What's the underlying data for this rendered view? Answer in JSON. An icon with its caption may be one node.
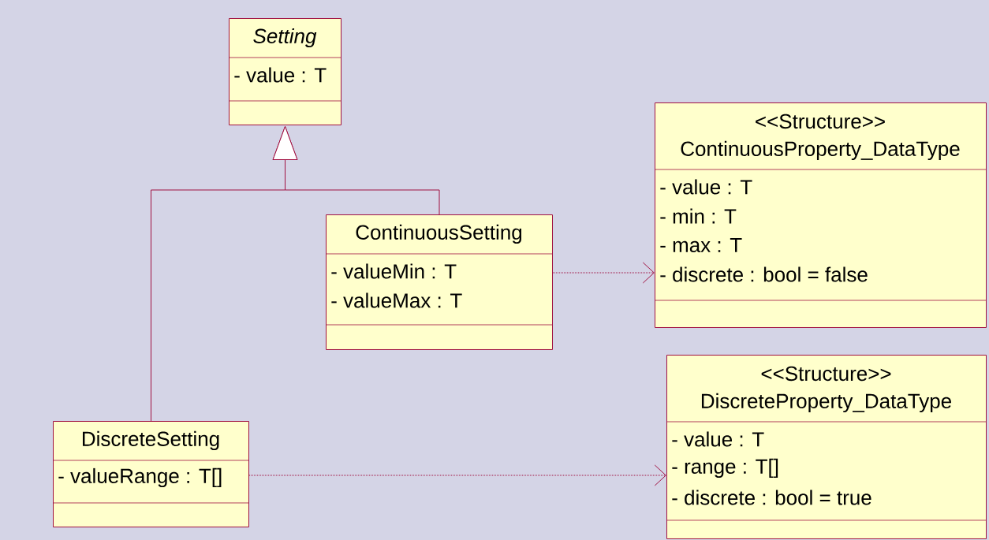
{
  "diagram": {
    "nodes": [
      {
        "text": [
          "Setting",
          "- value : T"
        ]
      },
      {
        "text": [
          "ContinuousSetting",
          "- valueMin : T",
          "- valueMax : T"
        ]
      },
      {
        "text": [
          "<<Structure>>",
          "ContinuousProperty_DataType",
          "- value : T",
          "- min : T",
          "- max : T",
          "- discrete : bool = false"
        ]
      },
      {
        "text": [
          "DiscreteSetting",
          "- valueRange : T[]"
        ]
      },
      {
        "text": [
          "<<Structure>>",
          "DiscreteProperty_DataType",
          "- value : T",
          "- range : T[]",
          "- discrete : bool = true"
        ]
      }
    ],
    "edges": [
      {
        "from": 1,
        "to": 0,
        "arrow": "to"
      },
      {
        "from": 3,
        "to": 0,
        "arrow": "to"
      },
      {
        "from": 1,
        "to": 2,
        "arrow": "to",
        "style": "dashed"
      },
      {
        "from": 3,
        "to": 4,
        "arrow": "to",
        "style": "dashed"
      }
    ]
  }
}
